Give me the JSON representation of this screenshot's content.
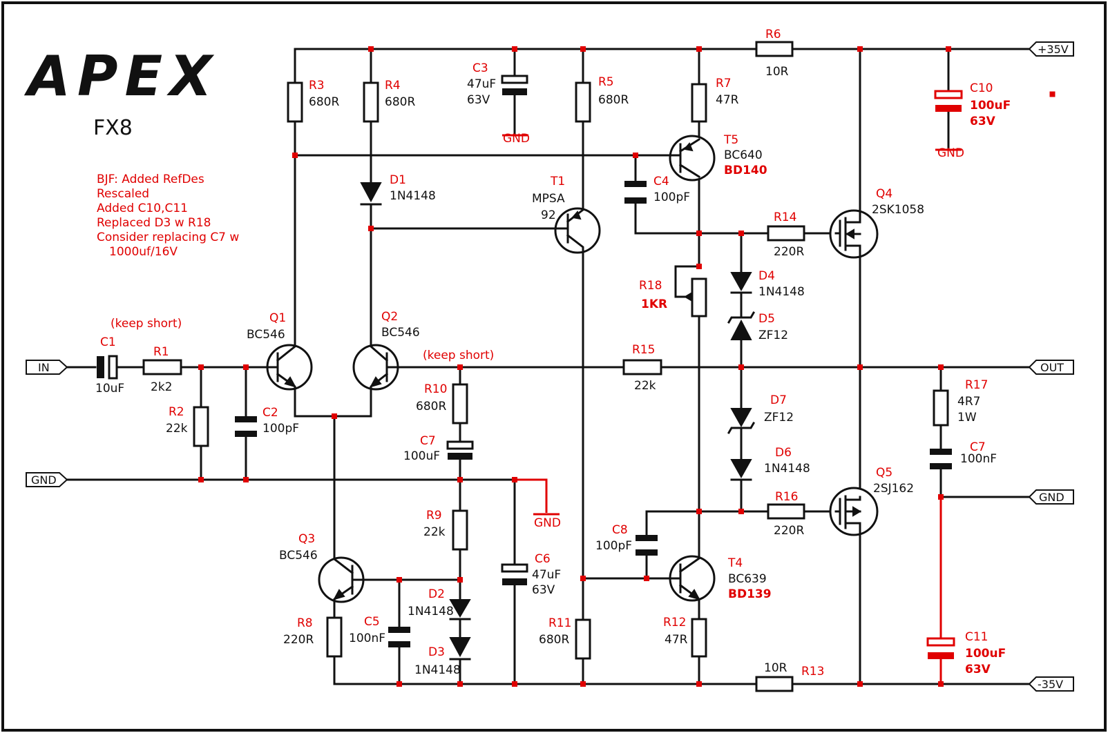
{
  "title": {
    "logo": "APEX",
    "model": "FX8"
  },
  "notes": {
    "lines": [
      "BJF: Added RefDes",
      "Rescaled",
      "Added C10,C11",
      "Replaced D3 w R18",
      "Consider replacing C7 w",
      "1000uf/16V"
    ],
    "keep_short_1": "(keep short)",
    "keep_short_2": "(keep short)"
  },
  "ports": {
    "in": "IN",
    "gnd_in": "GND",
    "pos": "+35V",
    "out": "OUT",
    "gnd_out": "GND",
    "neg": "-35V"
  },
  "gnd_labels": {
    "c3": "GND",
    "c10": "GND",
    "c6": "GND"
  },
  "components": {
    "C1": {
      "ref": "C1",
      "value": "10uF"
    },
    "R1": {
      "ref": "R1",
      "value": "2k2"
    },
    "R2": {
      "ref": "R2",
      "value": "22k"
    },
    "C2": {
      "ref": "C2",
      "value": "100pF"
    },
    "Q1": {
      "ref": "Q1",
      "value": "BC546"
    },
    "Q2": {
      "ref": "Q2",
      "value": "BC546"
    },
    "Q3": {
      "ref": "Q3",
      "value": "BC546"
    },
    "R3": {
      "ref": "R3",
      "value": "680R"
    },
    "R4": {
      "ref": "R4",
      "value": "680R"
    },
    "D1": {
      "ref": "D1",
      "value": "1N4148"
    },
    "C3": {
      "ref": "C3",
      "value": "47uF",
      "voltage": "63V"
    },
    "R5": {
      "ref": "R5",
      "value": "680R"
    },
    "T1": {
      "ref": "T1",
      "value": "MPSA",
      "value2": "92"
    },
    "R6": {
      "ref": "R6",
      "value": "10R"
    },
    "R7": {
      "ref": "R7",
      "value": "47R"
    },
    "T5": {
      "ref": "T5",
      "value": "BC640",
      "alt": "BD140"
    },
    "C4": {
      "ref": "C4",
      "value": "100pF"
    },
    "R14": {
      "ref": "R14",
      "value": "220R"
    },
    "Q4": {
      "ref": "Q4",
      "value": "2SK1058"
    },
    "R18": {
      "ref": "R18",
      "value": "1KR"
    },
    "D4": {
      "ref": "D4",
      "value": "1N4148"
    },
    "D5": {
      "ref": "D5",
      "value": "ZF12"
    },
    "R15": {
      "ref": "R15",
      "value": "22k"
    },
    "R10": {
      "ref": "R10",
      "value": "680R"
    },
    "C7a": {
      "ref": "C7",
      "value": "100uF"
    },
    "R9": {
      "ref": "R9",
      "value": "22k"
    },
    "D2": {
      "ref": "D2",
      "value": "1N4148"
    },
    "D3": {
      "ref": "D3",
      "value": "1N4148"
    },
    "C5": {
      "ref": "C5",
      "value": "100nF"
    },
    "R8": {
      "ref": "R8",
      "value": "220R"
    },
    "C6": {
      "ref": "C6",
      "value": "47uF",
      "voltage": "63V"
    },
    "R11": {
      "ref": "R11",
      "value": "680R"
    },
    "C8": {
      "ref": "C8",
      "value": "100pF"
    },
    "T4": {
      "ref": "T4",
      "value": "BC639",
      "alt": "BD139"
    },
    "R12": {
      "ref": "R12",
      "value": "47R"
    },
    "R13": {
      "ref": "R13",
      "value": "10R"
    },
    "D7": {
      "ref": "D7",
      "value": "ZF12"
    },
    "D6": {
      "ref": "D6",
      "value": "1N4148"
    },
    "R16": {
      "ref": "R16",
      "value": "220R"
    },
    "Q5": {
      "ref": "Q5",
      "value": "2SJ162"
    },
    "R17": {
      "ref": "R17",
      "value": "4R7",
      "power": "1W"
    },
    "C7b": {
      "ref": "C7",
      "value": "100nF"
    },
    "C10": {
      "ref": "C10",
      "value": "100uF",
      "voltage": "63V"
    },
    "C11": {
      "ref": "C11",
      "value": "100uF",
      "voltage": "63V"
    }
  }
}
